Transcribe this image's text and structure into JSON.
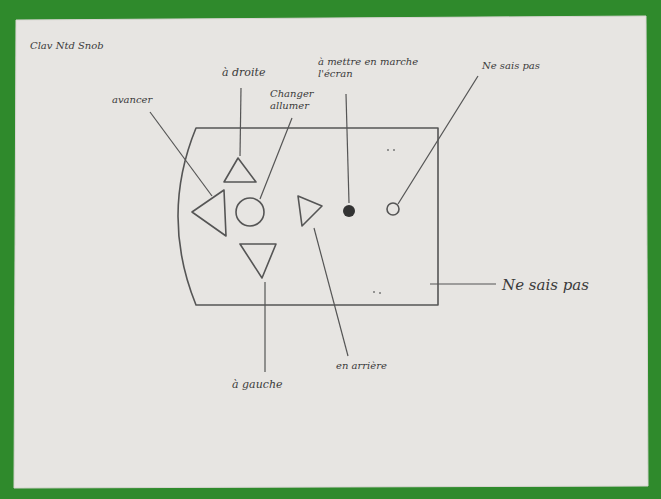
{
  "diagram": {
    "labels": [
      "Clav Ntd Snob",
      "avancer",
      "à droite",
      "Changer allumer",
      "à mettre en marche l'écran",
      "Ne sais pas",
      "Ne sais pas",
      "à gauche",
      "en arrière"
    ]
  }
}
